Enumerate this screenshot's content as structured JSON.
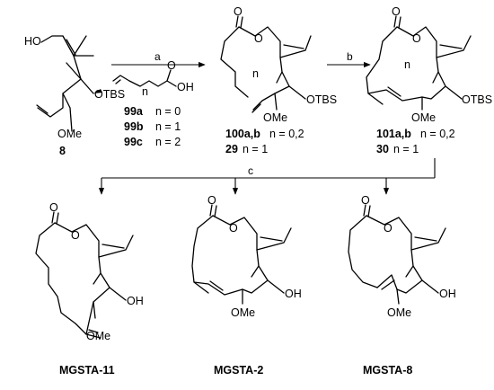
{
  "steps": {
    "a": "a",
    "b": "b",
    "c": "c"
  },
  "compounds": {
    "c8": {
      "id": "8",
      "atoms": {
        "ho": "HO",
        "otbs": "OTBS",
        "ome": "OMe"
      }
    },
    "c99": {
      "atoms": {
        "oh": "OH",
        "o": "O",
        "n": "n"
      },
      "variants": [
        {
          "id": "99a",
          "label": "n = 0"
        },
        {
          "id": "99b",
          "label": "n = 1"
        },
        {
          "id": "99c",
          "label": "n = 2"
        }
      ]
    },
    "c100": {
      "atoms": {
        "o_carbonyl": "O",
        "o_ester": "O",
        "n": "n",
        "otbs": "OTBS",
        "ome": "OMe"
      },
      "labels": [
        {
          "id": "100a,b",
          "value": "n = 0,2"
        },
        {
          "id": "29",
          "value": "n = 1"
        }
      ]
    },
    "c101": {
      "atoms": {
        "o_carbonyl": "O",
        "o_ester": "O",
        "n": "n",
        "otbs": "OTBS",
        "ome": "OMe"
      },
      "labels": [
        {
          "id": "101a,b",
          "value": "n = 0,2"
        },
        {
          "id": "30",
          "value": "n = 1"
        }
      ]
    },
    "mgsta11": {
      "name": "MGSTA-11",
      "atoms": {
        "o_carbonyl": "O",
        "o_ester": "O",
        "oh": "OH",
        "ome": "OMe"
      }
    },
    "mgsta2": {
      "name": "MGSTA-2",
      "atoms": {
        "o_carbonyl": "O",
        "o_ester": "O",
        "oh": "OH",
        "ome": "OMe"
      }
    },
    "mgsta8": {
      "name": "MGSTA-8",
      "atoms": {
        "o_carbonyl": "O",
        "o_ester": "O",
        "oh": "OH",
        "ome": "OMe"
      }
    }
  }
}
